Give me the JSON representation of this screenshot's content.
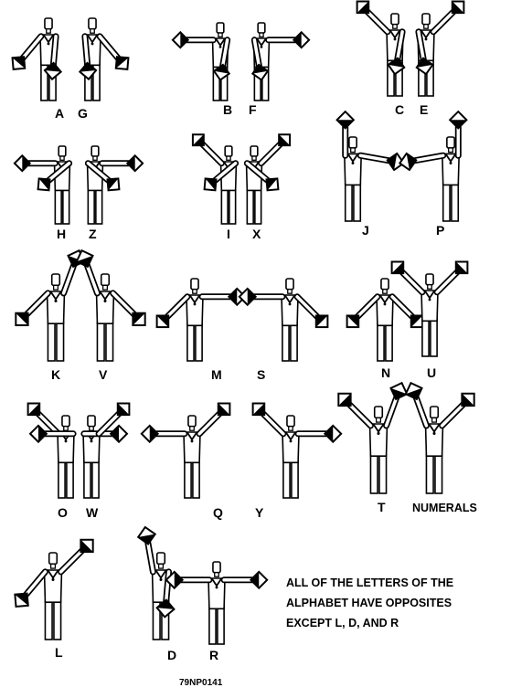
{
  "colors": {
    "ink": "#000000",
    "paper": "#ffffff"
  },
  "icons": {
    "figure": "signalman-figure",
    "flag": "semaphore-flag",
    "anchor": "anchor-emblem"
  },
  "labels": {
    "A": "A",
    "G": "G",
    "B": "B",
    "F": "F",
    "C": "C",
    "E": "E",
    "H": "H",
    "Z": "Z",
    "I": "I",
    "X": "X",
    "J": "J",
    "P": "P",
    "K": "K",
    "V": "V",
    "M": "M",
    "S": "S",
    "N": "N",
    "U": "U",
    "O": "O",
    "W": "W",
    "Q": "Q",
    "Y": "Y",
    "T": "T",
    "NUMERALS": "NUMERALS",
    "L": "L",
    "D": "D",
    "R": "R"
  },
  "note": {
    "line1": "ALL OF THE LETTERS OF THE",
    "line2": "ALPHABET HAVE OPPOSITES",
    "line3": "EXCEPT L, D, AND R"
  },
  "figure_code": "79NP0141"
}
